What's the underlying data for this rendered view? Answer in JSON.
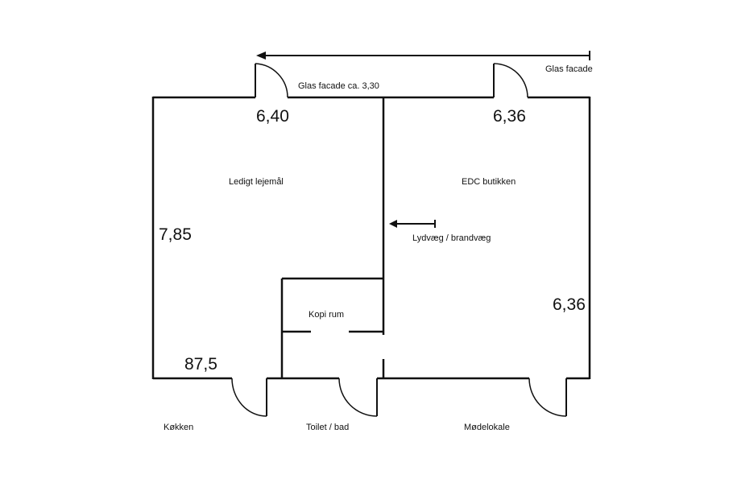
{
  "colors": {
    "line": "#111111",
    "background": "#ffffff"
  },
  "labels": {
    "top_arrow": "Glas facade",
    "glas_facade_left": "Glas facade ca. 3,30",
    "room_left": "Ledigt lejemål",
    "room_right": "EDC butikken",
    "wall_arrow": "Lydvæg / brandvæg",
    "copy_room": "Kopi rum",
    "kitchen": "Køkken",
    "toilet": "Toilet / bad",
    "meeting": "Mødelokale"
  },
  "dimensions": {
    "left_width": "6,40",
    "right_width": "6,36",
    "left_height": "7,85",
    "right_height": "6,36",
    "bottom_left": "87,5"
  }
}
